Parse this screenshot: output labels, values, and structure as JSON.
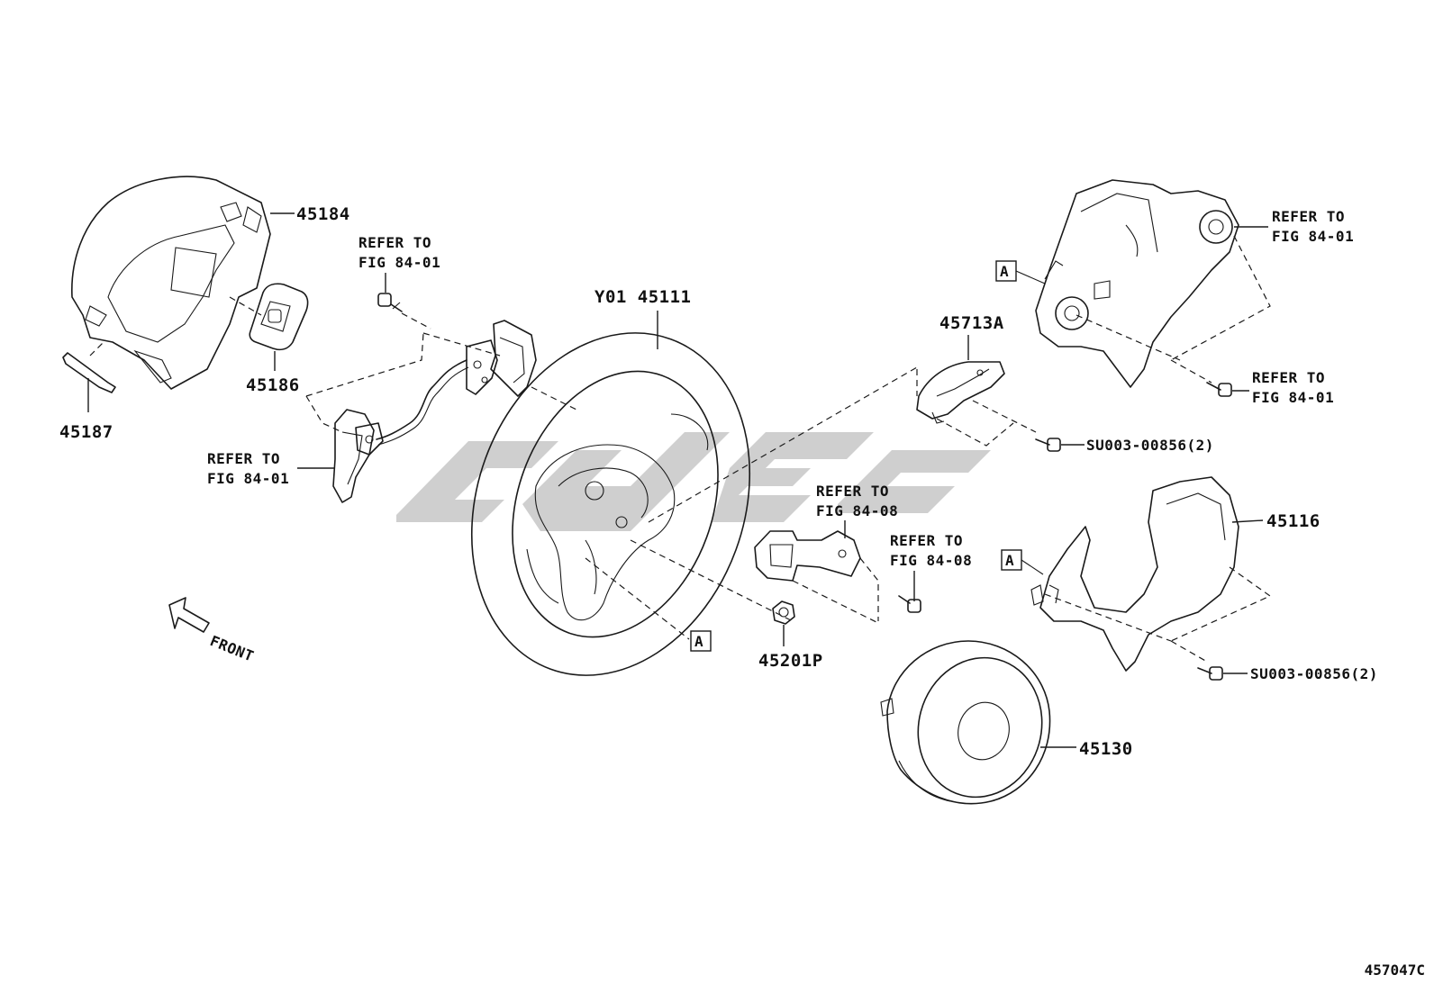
{
  "diagram_id": "457047C",
  "watermark": "",
  "front_label": "FRONT",
  "callout_letter": "A",
  "parts": {
    "p45184": "45184",
    "p45186": "45186",
    "p45187": "45187",
    "p45111": "Y01 45111",
    "p45713A": "45713A",
    "p45116": "45116",
    "p45201P": "45201P",
    "p45130": "45130",
    "su_upper": "SU003-00856(2)",
    "su_lower": "SU003-00856(2)"
  },
  "refs": {
    "r1": [
      "REFER TO",
      "FIG 84-01"
    ],
    "r2": [
      "REFER TO",
      "FIG 84-01"
    ],
    "r3": [
      "REFER TO",
      "FIG 84-08"
    ],
    "r4": [
      "REFER TO",
      "FIG 84-08"
    ],
    "r5": [
      "REFER TO",
      "FIG 84-01"
    ],
    "r6": [
      "REFER TO",
      "FIG 84-01"
    ]
  }
}
